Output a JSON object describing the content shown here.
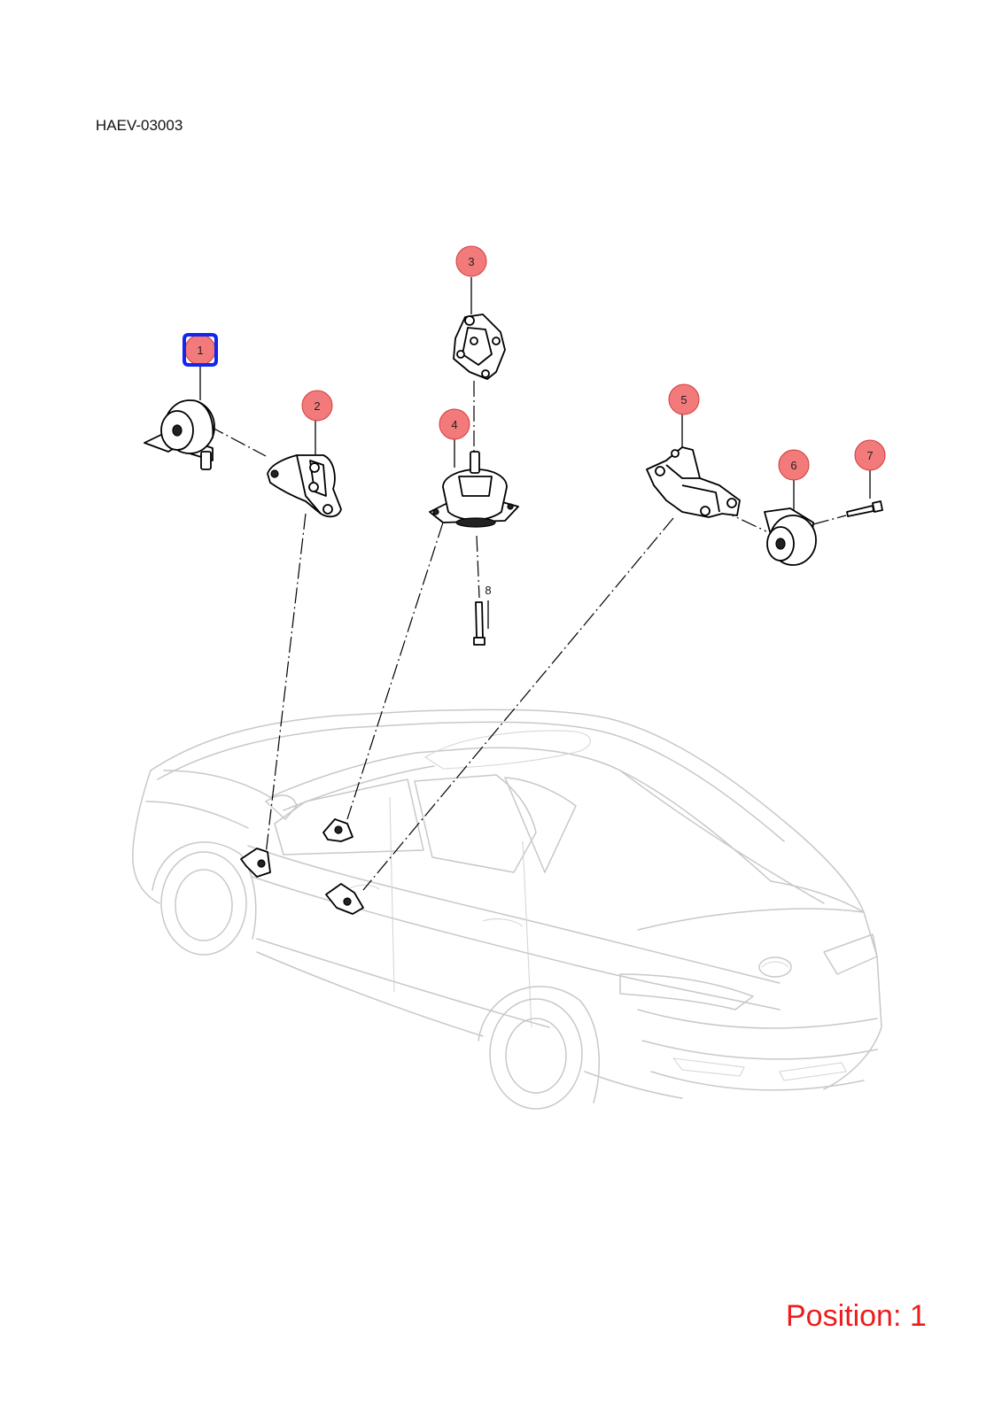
{
  "diagram_code": "HAEV-03003",
  "position_label": "Position: 1",
  "selected_position": 1,
  "accent_colors": {
    "callout_fill": "#f37a7a",
    "selection_outline": "#1226ee",
    "position_text": "#ee1c1c"
  },
  "callouts": [
    {
      "number": "1",
      "selected": true
    },
    {
      "number": "2",
      "selected": false
    },
    {
      "number": "3",
      "selected": false
    },
    {
      "number": "4",
      "selected": false
    },
    {
      "number": "5",
      "selected": false
    },
    {
      "number": "6",
      "selected": false
    },
    {
      "number": "7",
      "selected": false
    }
  ],
  "plain_labels": [
    {
      "number": "8"
    }
  ]
}
